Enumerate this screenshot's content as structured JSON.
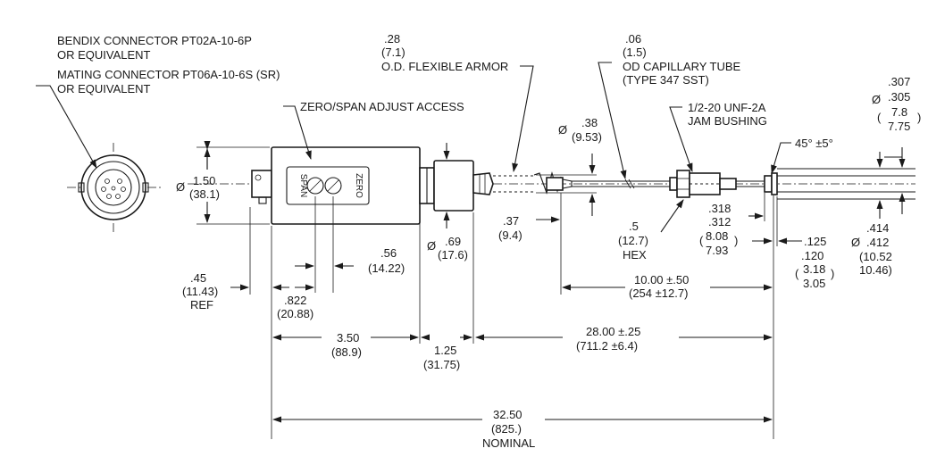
{
  "notes": {
    "connector_l1": "BENDIX CONNECTOR PT02A-10-6P",
    "connector_l2": "OR EQUIVALENT",
    "connector_l3": "MATING CONNECTOR PT06A-10-6S (SR)",
    "connector_l4": "OR EQUIVALENT",
    "zero_span": "ZERO/SPAN ADJUST ACCESS",
    "label_span": "SPAN",
    "label_zero": "ZERO",
    "armor_in": ".28",
    "armor_mm": "(7.1)",
    "armor_desc": "O.D. FLEXIBLE ARMOR",
    "cap_in": ".06",
    "cap_mm": "(1.5)",
    "cap_desc1": "OD CAPILLARY TUBE",
    "cap_desc2": "(TYPE 347 SST)",
    "jam1": "1/2-20 UNF-2A",
    "jam2": "JAM BUSHING",
    "angle": "45° ±5°"
  },
  "dims": {
    "dia_sym": "Ø",
    "body_dia_in": "1.50",
    "body_dia_mm": "(38.1)",
    "armor_end_in": ".38",
    "armor_end_mm": "(9.53)",
    "tip_in1": ".307",
    "tip_in2": ".305",
    "tip_mm1": "7.8",
    "tip_mm2": "7.75",
    "len037_in": ".37",
    "len037_mm": "(9.4)",
    "hex_in": ".5",
    "hex_mm": "(12.7)",
    "hex_label": "HEX",
    "d318_in1": ".318",
    "d318_in2": ".312",
    "d318_mm1": "8.08",
    "d318_mm2": "7.93",
    "d125_in1": ".125",
    "d125_in2": ".120",
    "d125_mm1": "3.18",
    "d125_mm2": "3.05",
    "d414_in1": ".414",
    "d414_in2": ".412",
    "d414_mm1": "(10.52",
    "d414_mm2": "10.46)",
    "d056_in": ".56",
    "d056_mm": "(14.22)",
    "d069_in": ".69",
    "d069_mm": "(17.6)",
    "d045_in": ".45",
    "d045_mm": "(11.43)",
    "d045_ref": "REF",
    "d822_in": ".822",
    "d822_mm": "(20.88)",
    "d1000_in": "10.00 ±.50",
    "d1000_mm": "(254 ±12.7)",
    "d350_in": "3.50",
    "d350_mm": "(88.9)",
    "d125b_in": "1.25",
    "d125b_mm": "(31.75)",
    "d2800_in": "28.00 ±.25",
    "d2800_mm": "(711.2 ±6.4)",
    "d3250_in": "32.50",
    "d3250_mm": "(825.)",
    "d3250_nom": "NOMINAL"
  }
}
